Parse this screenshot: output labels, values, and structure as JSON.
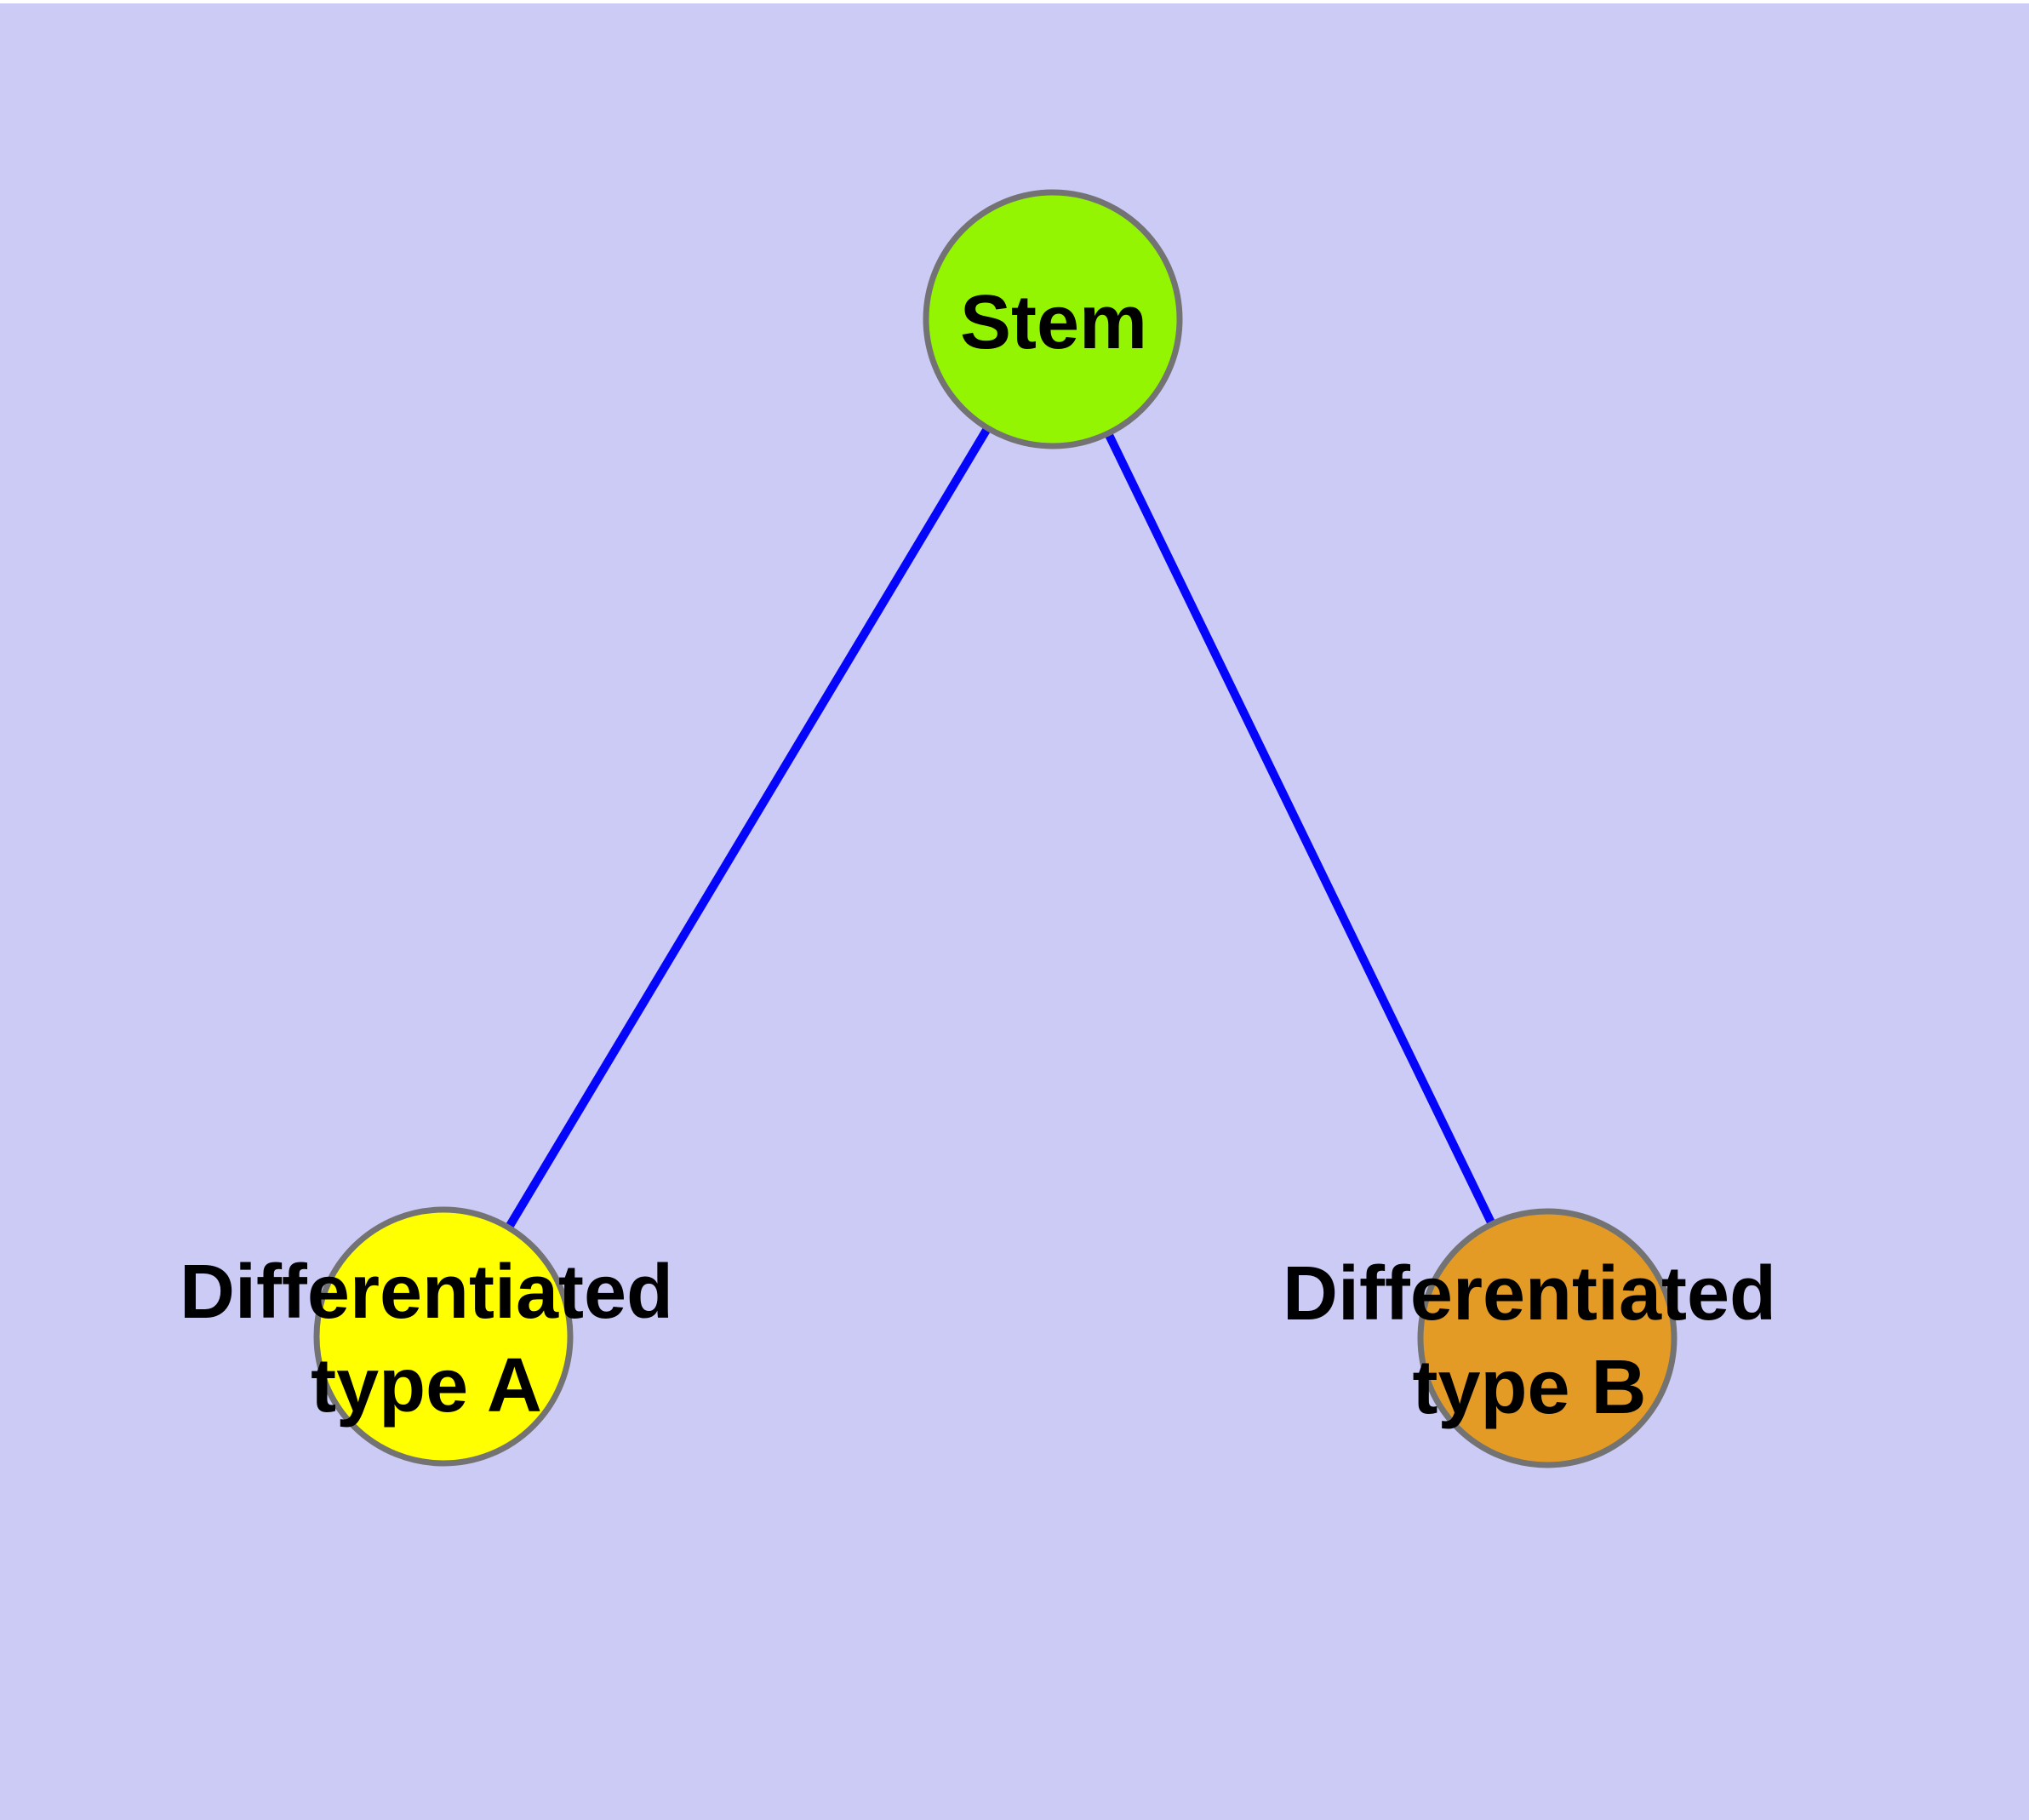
{
  "diagram": {
    "type": "node-link-graph",
    "background_color": "#cbcbf6",
    "top_margin_color": "#ffffff",
    "edge_color": "#0505fa",
    "node_border_color": "#737373",
    "text_color": "#000000",
    "nodes": [
      {
        "id": "stem",
        "label": "Stem",
        "lines": [
          "Stem"
        ],
        "fill": "#94f502"
      },
      {
        "id": "type-a",
        "label": "Differentiated type A",
        "lines": [
          "Differentiated",
          "type A"
        ],
        "fill": "#ffff00"
      },
      {
        "id": "type-b",
        "label": "Differentiated type B",
        "lines": [
          "Differentiated",
          "type B"
        ],
        "fill": "#e39b25"
      }
    ],
    "edges": [
      {
        "from": "Stem",
        "to": "Differentiated type A"
      },
      {
        "from": "Stem",
        "to": "Differentiated type B"
      }
    ]
  }
}
